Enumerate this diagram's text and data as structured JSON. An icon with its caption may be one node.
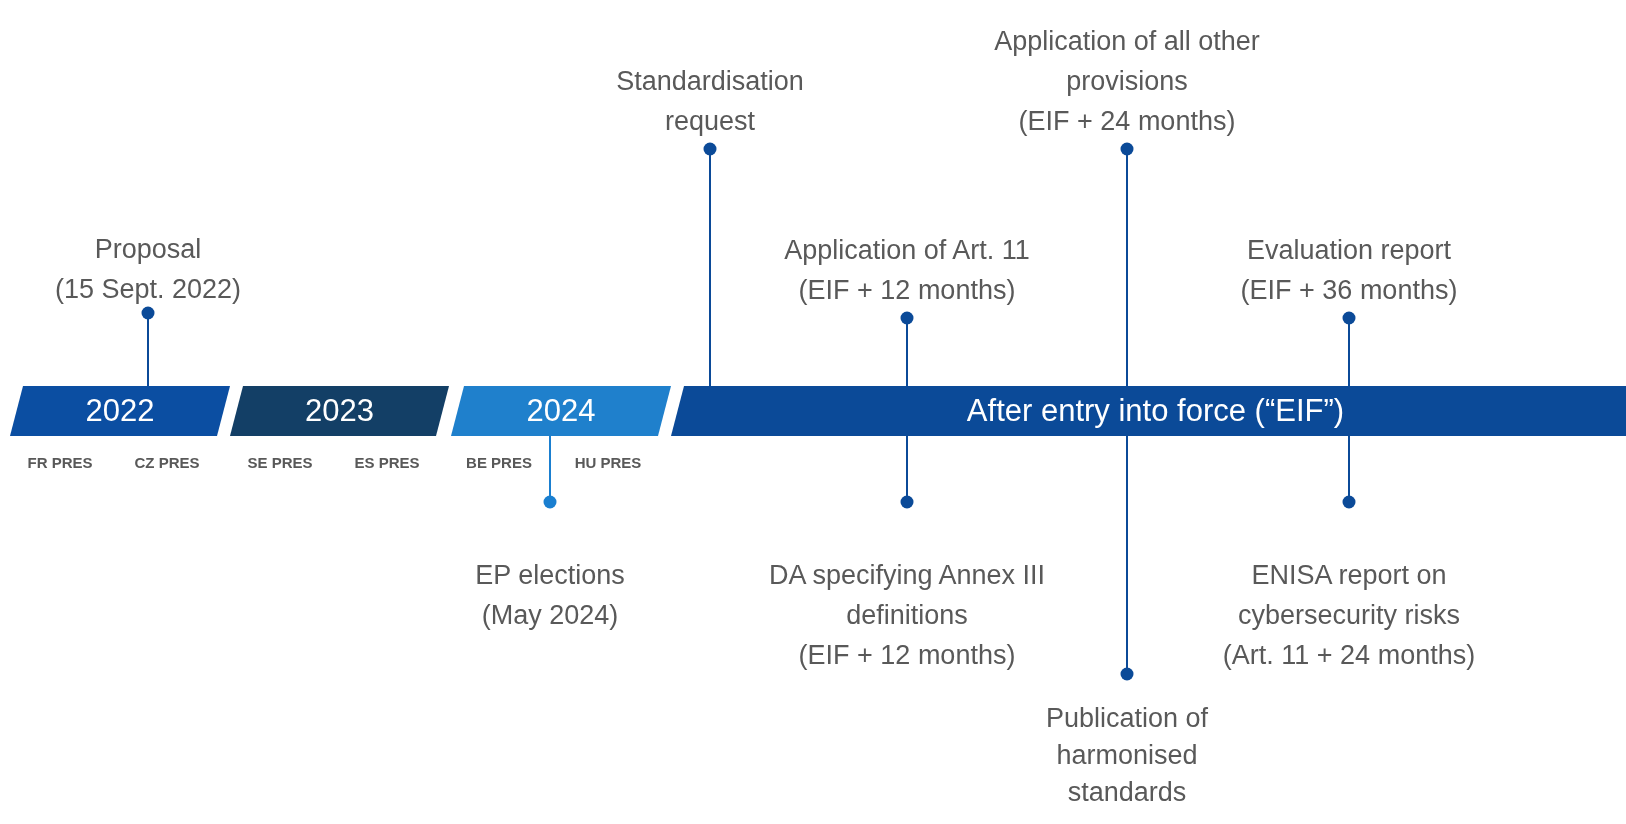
{
  "diagram": {
    "nodes": [
      {
        "text": [
          "2022"
        ]
      },
      {
        "text": [
          "2023"
        ]
      },
      {
        "text": [
          "2024"
        ]
      },
      {
        "text": [
          "After entry into force (“EIF”)"
        ]
      },
      {
        "text": [
          "Proposal",
          "(15 Sept. 2022)"
        ]
      },
      {
        "text": [
          "Standardisation request"
        ]
      },
      {
        "text": [
          "Application of all other provisions",
          "(EIF + 24 months)"
        ]
      },
      {
        "text": [
          "Application of Art. 11",
          "(EIF + 12 months)"
        ]
      },
      {
        "text": [
          "Evaluation report",
          "(EIF + 36 months)"
        ]
      },
      {
        "text": [
          "EP elections",
          "(May 2024)"
        ]
      },
      {
        "text": [
          "DA specifying Annex III definitions",
          "(EIF + 12 months)"
        ]
      },
      {
        "text": [
          "Publication of harmonised standards"
        ]
      },
      {
        "text": [
          "ENISA report on cybersecurity risks",
          "(Art. 11 + 24 months)"
        ]
      }
    ],
    "edges": [
      {
        "from": 4,
        "to": 0,
        "arrow": "other"
      },
      {
        "from": 5,
        "to": 3,
        "arrow": "other"
      },
      {
        "from": 6,
        "to": 3,
        "arrow": "other"
      },
      {
        "from": 7,
        "to": 3,
        "arrow": "other"
      },
      {
        "from": 8,
        "to": 3,
        "arrow": "other"
      },
      {
        "from": 9,
        "to": 2,
        "arrow": "other",
        "color": "#1a7fd0"
      },
      {
        "from": 10,
        "to": 3,
        "arrow": "other"
      },
      {
        "from": 11,
        "to": 3,
        "arrow": "other"
      },
      {
        "from": 12,
        "to": 3,
        "arrow": "other"
      }
    ],
    "labels": [
      "FR PRES",
      "CZ PRES",
      "SE PRES",
      "ES PRES",
      "BE PRES",
      "HU PRES"
    ]
  }
}
